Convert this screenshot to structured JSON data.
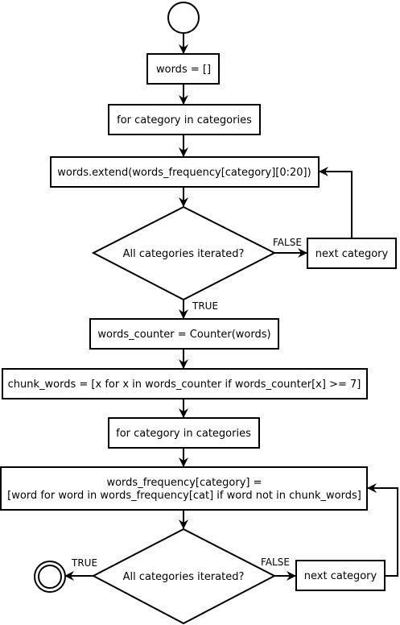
{
  "diagram": {
    "nodes": {
      "words_init": "words = []",
      "for_loop_1": "for category in categories",
      "extend": "words.extend(words_frequency[category][0:20])",
      "decision_1": "All categories iterated?",
      "next_category_1": "next category",
      "counter": "words_counter = Counter(words)",
      "chunk_words": "chunk_words = [x for x in words_counter if words_counter[x] >= 7]",
      "for_loop_2": "for category in categories",
      "filter_line_1": "words_frequency[category] =",
      "filter_line_2": "[word for word in words_frequency[cat] if word not in chunk_words]",
      "decision_2": "All categories iterated?",
      "next_category_2": "next category"
    },
    "edge_labels": {
      "false_1": "FALSE",
      "true_1": "TRUE",
      "true_2": "TRUE",
      "false_2": "FALSE"
    }
  }
}
